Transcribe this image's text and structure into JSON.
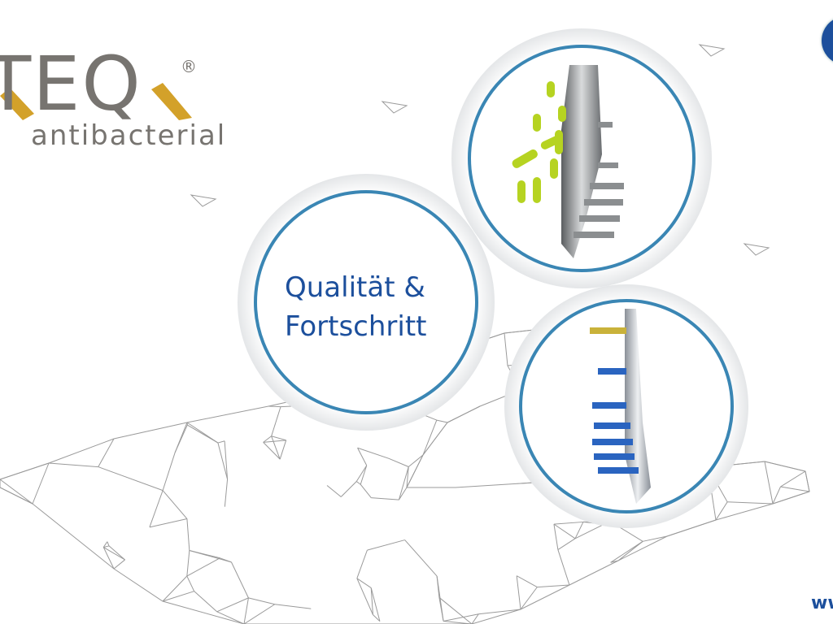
{
  "logo": {
    "text": "TEQ",
    "registered": "®",
    "tagline": "antibacterial",
    "colors": {
      "gray": "#777470",
      "ochre": "#d3a12a"
    }
  },
  "headline": {
    "line1": "Qualität &",
    "line2": "Fortschritt"
  },
  "footer": {
    "url_fragment": "ww"
  },
  "colors": {
    "brand_blue": "#1c4f9c",
    "ring_blue": "#3a86b4",
    "mesh": "#9a9a9a",
    "bacteria": "#b6d321"
  }
}
